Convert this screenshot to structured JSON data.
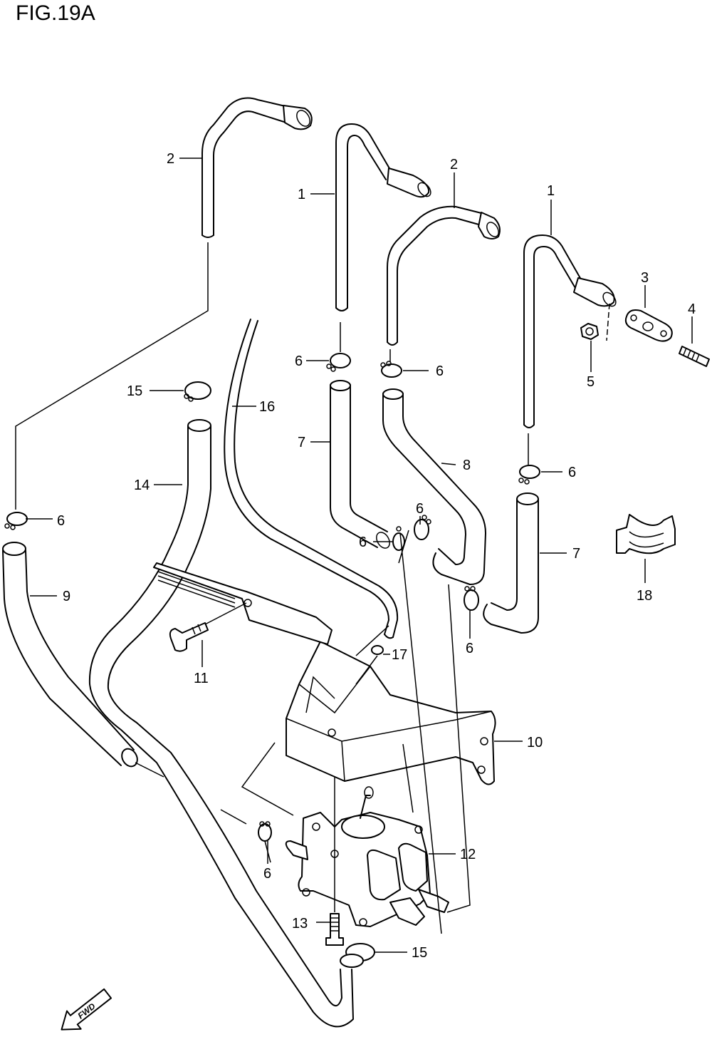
{
  "title": "FIG.19A",
  "fwd_label": "FWD",
  "callouts": [
    {
      "id": "c2a",
      "text": "2"
    },
    {
      "id": "c1a",
      "text": "1"
    },
    {
      "id": "c2b",
      "text": "2"
    },
    {
      "id": "c1b",
      "text": "1"
    },
    {
      "id": "c3",
      "text": "3"
    },
    {
      "id": "c4",
      "text": "4"
    },
    {
      "id": "c5",
      "text": "5"
    },
    {
      "id": "c6a",
      "text": "6"
    },
    {
      "id": "c6b",
      "text": "6"
    },
    {
      "id": "c6c",
      "text": "6"
    },
    {
      "id": "c6d",
      "text": "6"
    },
    {
      "id": "c6e",
      "text": "6"
    },
    {
      "id": "c6f",
      "text": "6"
    },
    {
      "id": "c6g",
      "text": "6"
    },
    {
      "id": "c6h",
      "text": "6"
    },
    {
      "id": "c7a",
      "text": "7"
    },
    {
      "id": "c7b",
      "text": "7"
    },
    {
      "id": "c8",
      "text": "8"
    },
    {
      "id": "c9",
      "text": "9"
    },
    {
      "id": "c10",
      "text": "10"
    },
    {
      "id": "c11",
      "text": "11"
    },
    {
      "id": "c12",
      "text": "12"
    },
    {
      "id": "c13",
      "text": "13"
    },
    {
      "id": "c14",
      "text": "14"
    },
    {
      "id": "c15a",
      "text": "15"
    },
    {
      "id": "c15b",
      "text": "15"
    },
    {
      "id": "c16",
      "text": "16"
    },
    {
      "id": "c17",
      "text": "17"
    },
    {
      "id": "c18",
      "text": "18"
    }
  ]
}
